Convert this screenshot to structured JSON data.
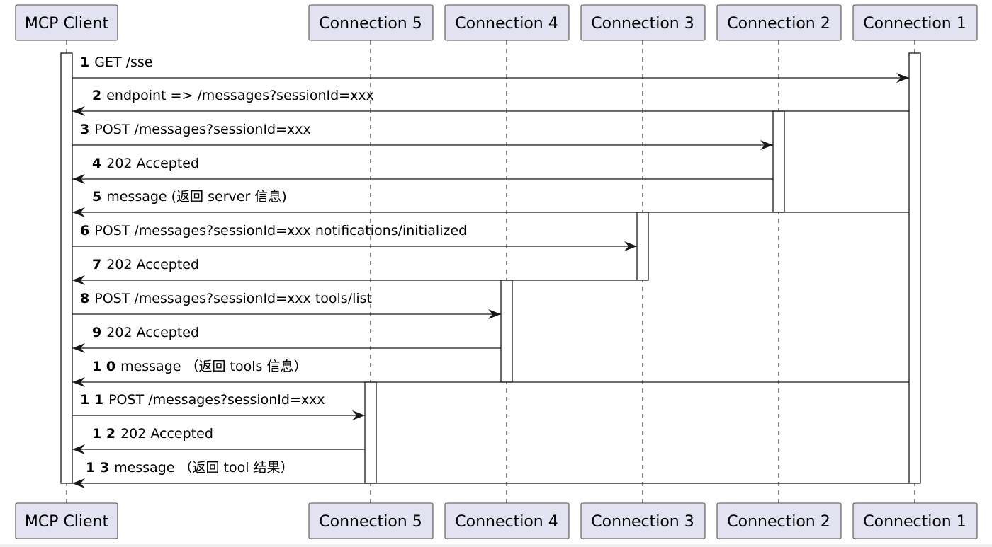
{
  "participants": [
    {
      "id": "client",
      "name": "MCP Client"
    },
    {
      "id": "c5",
      "name": "Connection 5"
    },
    {
      "id": "c4",
      "name": "Connection 4"
    },
    {
      "id": "c3",
      "name": "Connection 3"
    },
    {
      "id": "c2",
      "name": "Connection 2"
    },
    {
      "id": "c1",
      "name": "Connection 1"
    }
  ],
  "messages": [
    {
      "num": "1",
      "label": "GET /sse",
      "from": "client",
      "to": "c1"
    },
    {
      "num": "2",
      "label": "endpoint => /messages?sessionId=xxx",
      "from": "c1",
      "to": "client"
    },
    {
      "num": "3",
      "label": "POST /messages?sessionId=xxx",
      "from": "client",
      "to": "c2"
    },
    {
      "num": "4",
      "label": "202 Accepted",
      "from": "c2",
      "to": "client"
    },
    {
      "num": "5",
      "label": "message (返回 server 信息)",
      "from": "c1",
      "to": "client"
    },
    {
      "num": "6",
      "label": "POST /messages?sessionId=xxx notifications/initialized",
      "from": "client",
      "to": "c3"
    },
    {
      "num": "7",
      "label": "202 Accepted",
      "from": "c3",
      "to": "client"
    },
    {
      "num": "8",
      "label": "POST /messages?sessionId=xxx tools/list",
      "from": "client",
      "to": "c4"
    },
    {
      "num": "9",
      "label": "202 Accepted",
      "from": "c4",
      "to": "client"
    },
    {
      "num": "1 0",
      "label": "message （返回 tools 信息）",
      "from": "c1",
      "to": "client"
    },
    {
      "num": "1 1",
      "label": "POST /messages?sessionId=xxx",
      "from": "client",
      "to": "c5"
    },
    {
      "num": "1 2",
      "label": "202 Accepted",
      "from": "c5",
      "to": "client"
    },
    {
      "num": "1 3",
      "label": "message （返回 tool 结果）",
      "from": "c1",
      "to": "client"
    }
  ]
}
